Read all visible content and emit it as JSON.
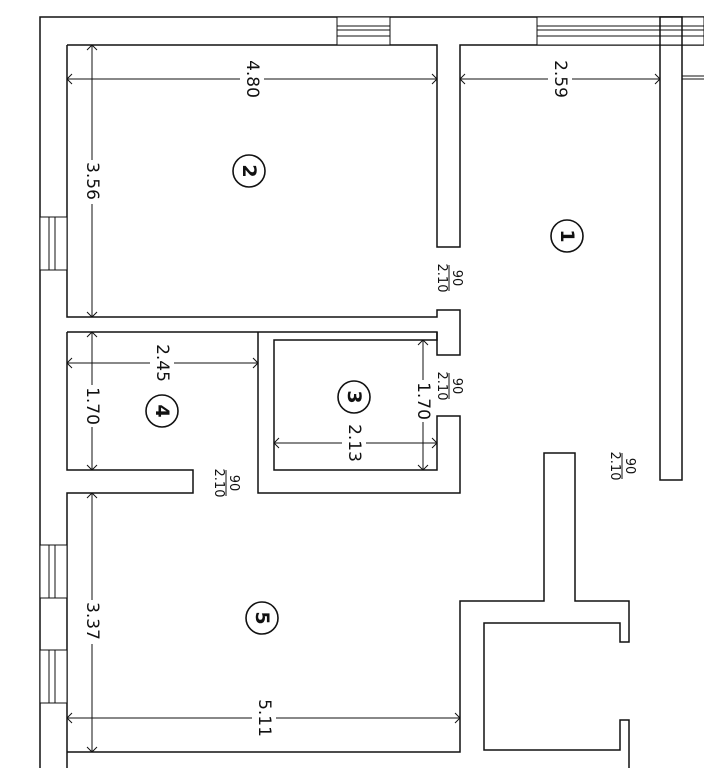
{
  "rooms": [
    {
      "number": "1"
    },
    {
      "number": "2"
    },
    {
      "number": "3"
    },
    {
      "number": "4"
    },
    {
      "number": "5"
    }
  ],
  "dimensions": {
    "room2_width": "4.80",
    "room2_height": "3.56",
    "room1_width": "2.59",
    "room3_width": "2.13",
    "room3_height": "1.70",
    "room4_width": "2.45",
    "room4_height": "1.70",
    "room5_width": "5.11",
    "room5_height": "3.37"
  },
  "doors": [
    {
      "width": "90",
      "height": "2.10"
    },
    {
      "width": "90",
      "height": "2.10"
    },
    {
      "width": "90",
      "height": "2.10"
    },
    {
      "width": "90",
      "height": "2.10"
    }
  ]
}
